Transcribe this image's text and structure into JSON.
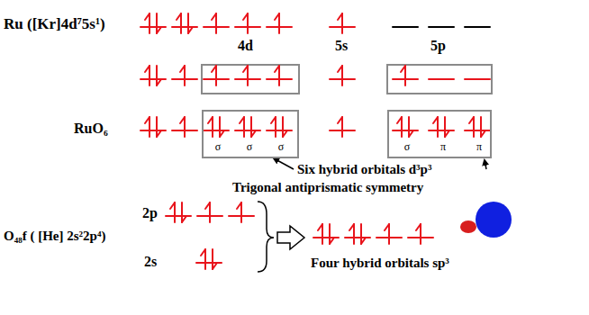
{
  "diagram": {
    "nodes": [
      {
        "text": [
          "σ",
          "σ",
          "σ"
        ]
      },
      {
        "text": [
          "σ",
          "π",
          "π"
        ]
      }
    ],
    "labels": [
      "Ru ([Kr]4d⁷5s¹)",
      "4d",
      "5s",
      "5p",
      "RuO₆",
      "Six hybrid orbitals d³p³",
      "Trigonal antiprismatic symmetry",
      "O₄₈f ( [He] 2s²2p⁴)",
      "2p",
      "2s",
      "Four  hybrid orbitals sp³"
    ]
  }
}
